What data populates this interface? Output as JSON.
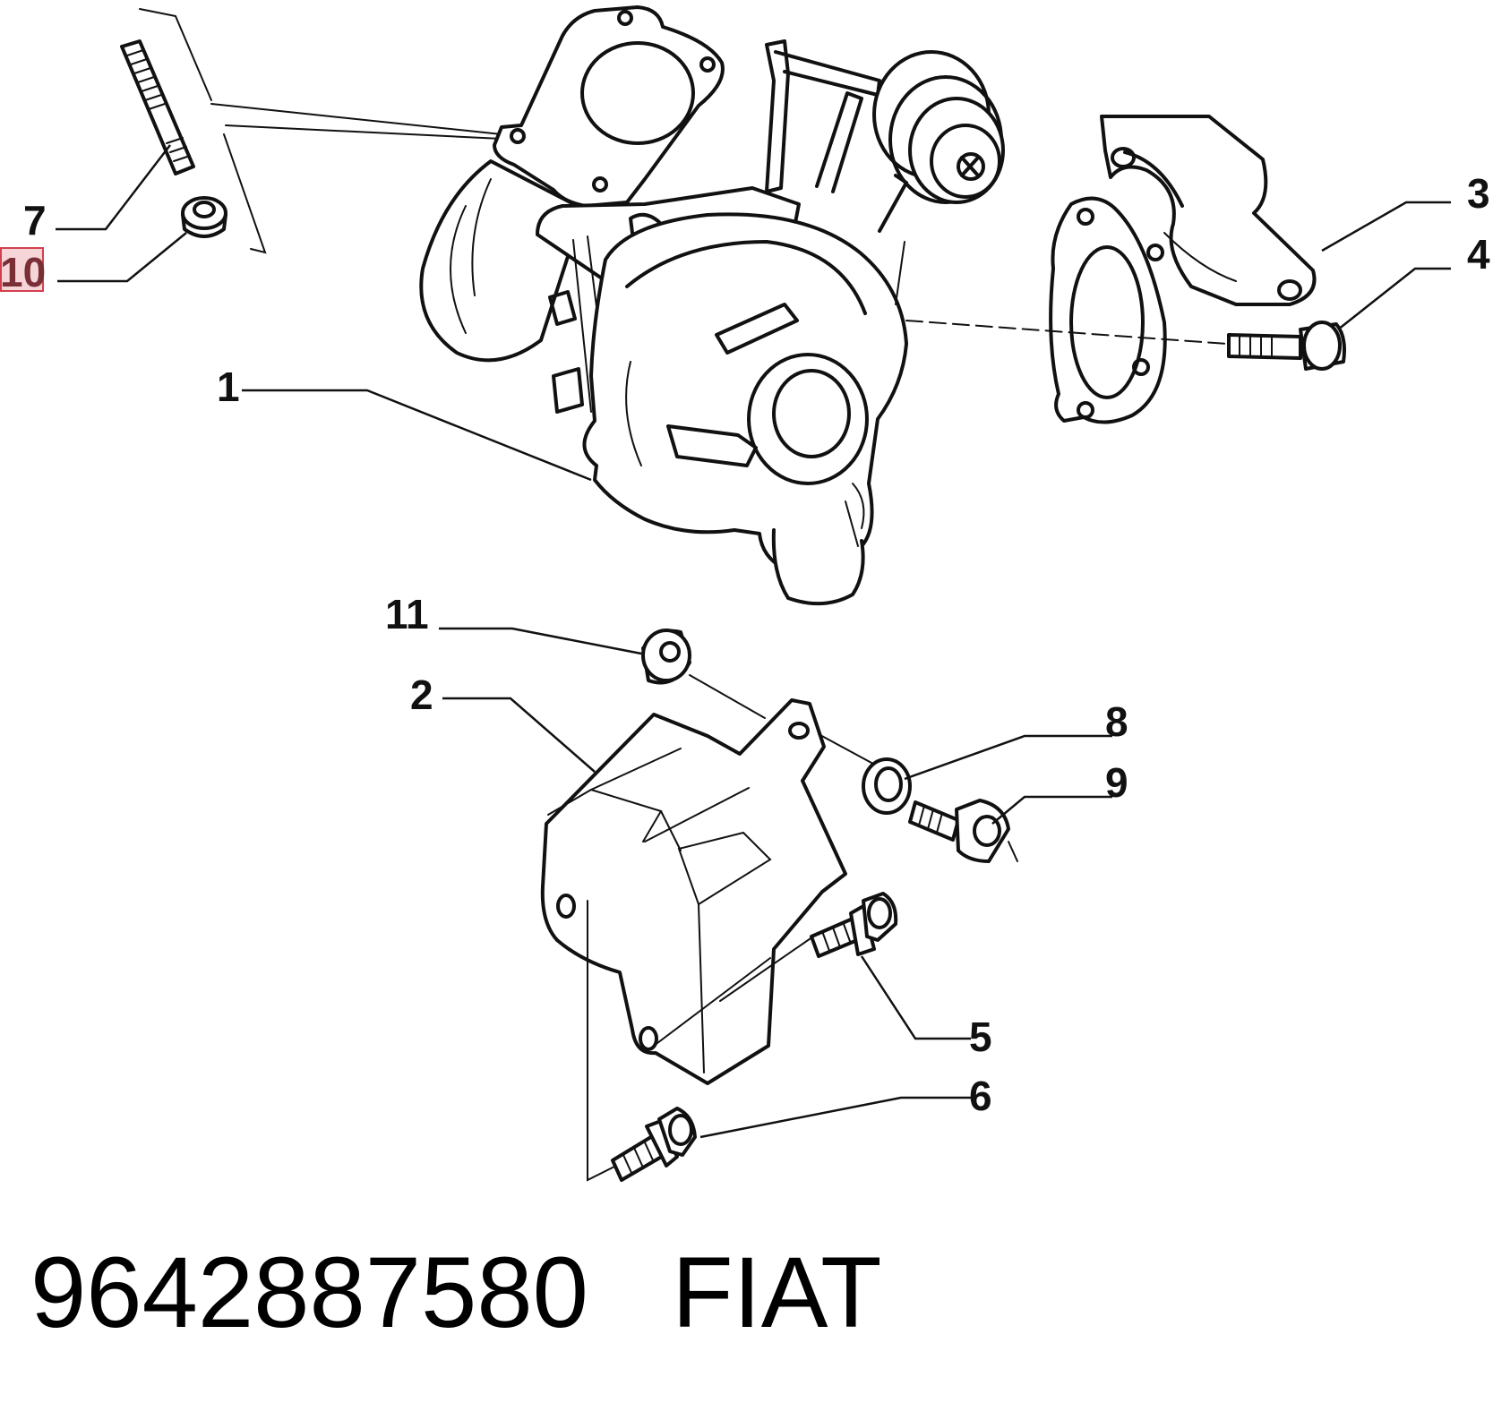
{
  "callouts": {
    "c1": "1",
    "c2": "2",
    "c3": "3",
    "c4": "4",
    "c5": "5",
    "c6": "6",
    "c7": "7",
    "c8": "8",
    "c9": "9",
    "c10": "10",
    "c11": "11"
  },
  "highlighted_callout": "10",
  "footer": {
    "part_number": "9642887580",
    "brand": "FIAT"
  }
}
